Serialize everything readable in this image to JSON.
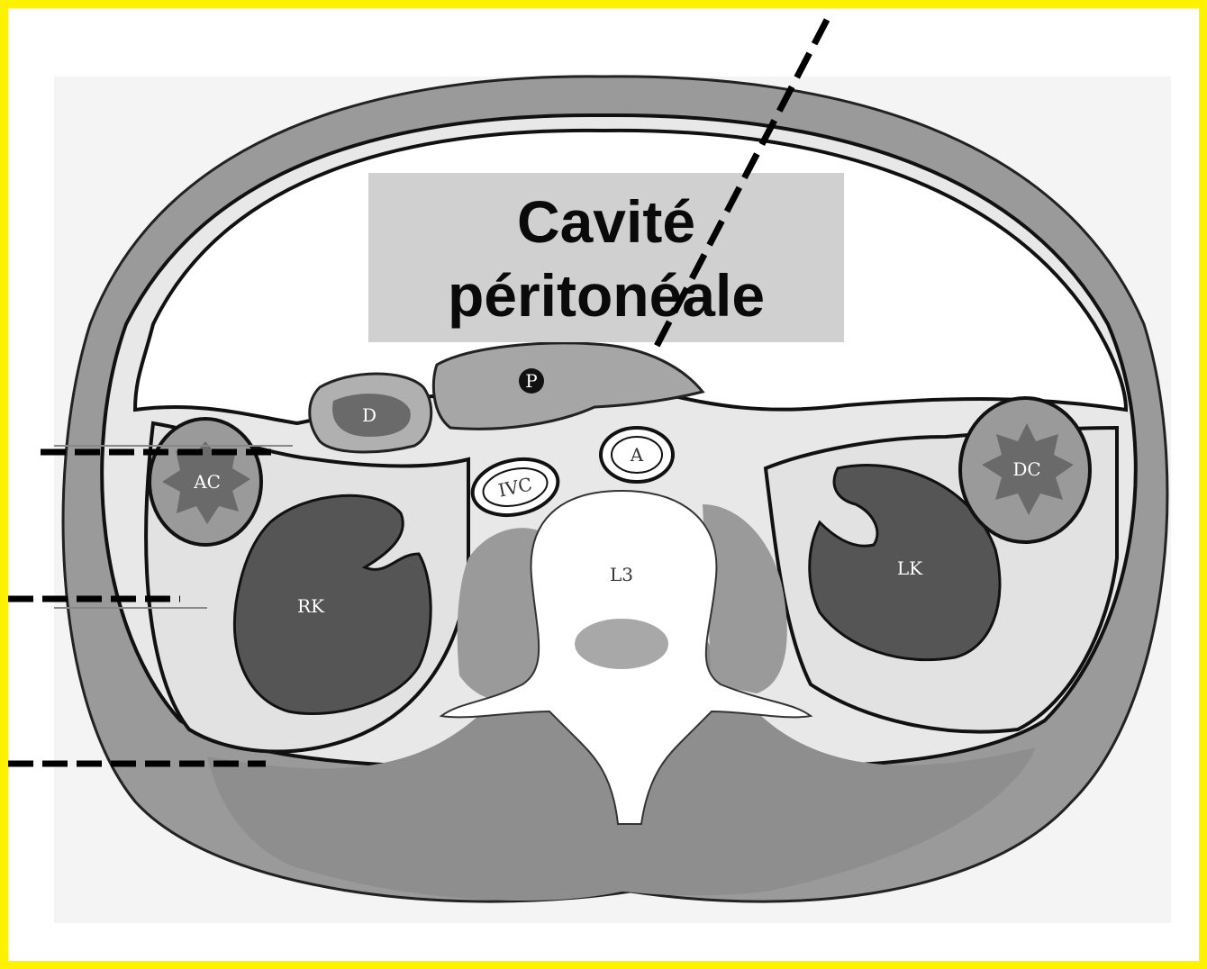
{
  "label": {
    "line1": "Cavité",
    "line2": "péritonéale"
  },
  "organs": {
    "pancreas": "P",
    "duodenum": "D",
    "aorta": "A",
    "ivc": "IVC",
    "vertebra": "L3",
    "right_kidney": "RK",
    "left_kidney": "LK",
    "ascending_colon": "AC",
    "descending_colon": "DC"
  },
  "colors": {
    "frame": "#fff200",
    "label_bg": "#d0d0d0",
    "body_wall": "#9a9a9a",
    "muscle": "#8e8e8e",
    "kidney": "#555555",
    "tissue": "#e4e4e4",
    "bone": "#ffffff"
  }
}
